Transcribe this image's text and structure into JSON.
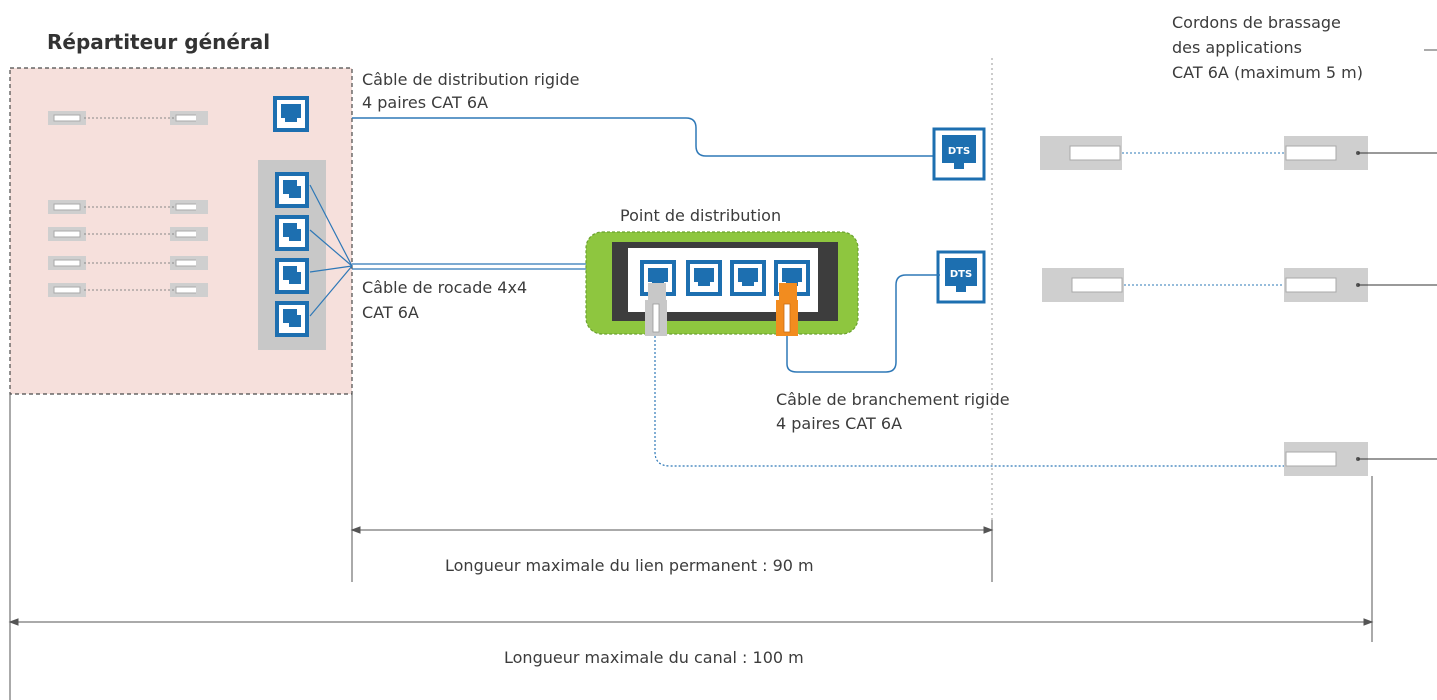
{
  "title": "Répartiteur général",
  "labels": {
    "cordons_line1": "Cordons de brassage",
    "cordons_line2": "des applications",
    "cordons_line3": "CAT 6A (maximum 5 m)",
    "distribution_cable_line1": "Câble de distribution rigide",
    "distribution_cable_line2": "4 paires CAT 6A",
    "point_distribution": "Point de distribution",
    "rocade_line1": "Câble de rocade 4x4",
    "rocade_line2": "CAT 6A",
    "branchement_line1": "Câble de branchement rigide",
    "branchement_line2": "4 paires CAT 6A",
    "permanent_link": "Longueur maximale du lien permanent : 90 m",
    "channel": "Longueur maximale du canal : 100 m"
  },
  "outlets": {
    "dts_label": "DTS"
  },
  "colors": {
    "cable_blue": "#2e78b7",
    "socket_blue": "#1d6fb0",
    "repartiteur_fill": "#f6e0dc",
    "green_box": "#8ec63f",
    "dark_panel": "#3d3d3d",
    "connector_gray": "#c8c8c8",
    "orange_plug": "#f28c1f"
  },
  "icons": [
    "rj45-socket-icon",
    "dts-outlet-icon",
    "patch-cord-icon",
    "rj45-plug-icon"
  ]
}
